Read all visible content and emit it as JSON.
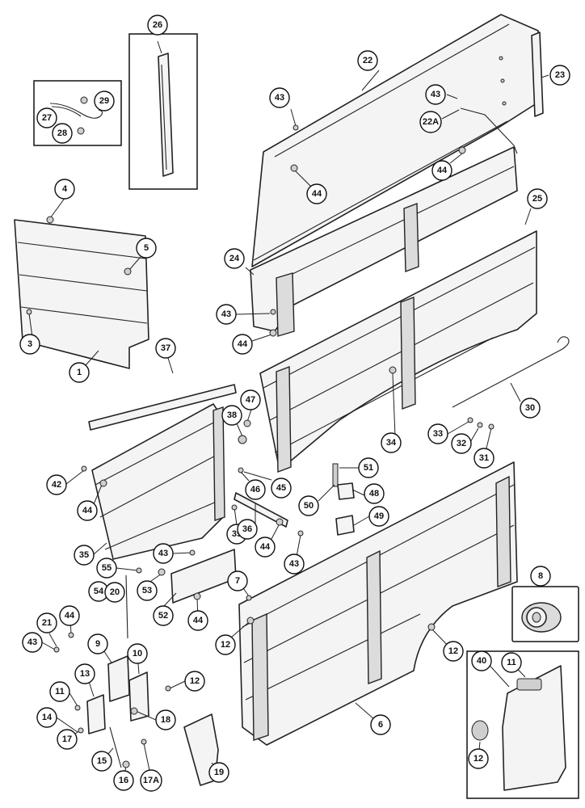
{
  "callouts": [
    {
      "id": "c26",
      "label": "26"
    },
    {
      "id": "c22",
      "label": "22"
    },
    {
      "id": "c23",
      "label": "23"
    },
    {
      "id": "c29",
      "label": "29"
    },
    {
      "id": "c27",
      "label": "27"
    },
    {
      "id": "c28",
      "label": "28"
    },
    {
      "id": "c43a",
      "label": "43"
    },
    {
      "id": "c43b",
      "label": "43"
    },
    {
      "id": "c22a",
      "label": "22A"
    },
    {
      "id": "c44a",
      "label": "44"
    },
    {
      "id": "c44b",
      "label": "44"
    },
    {
      "id": "c4",
      "label": "4"
    },
    {
      "id": "c25",
      "label": "25"
    },
    {
      "id": "c5",
      "label": "5"
    },
    {
      "id": "c24",
      "label": "24"
    },
    {
      "id": "c43c",
      "label": "43"
    },
    {
      "id": "c3",
      "label": "3"
    },
    {
      "id": "c44c",
      "label": "44"
    },
    {
      "id": "c37",
      "label": "37"
    },
    {
      "id": "c1",
      "label": "1"
    },
    {
      "id": "c47",
      "label": "47"
    },
    {
      "id": "c30",
      "label": "30"
    },
    {
      "id": "c38",
      "label": "38"
    },
    {
      "id": "c34",
      "label": "34"
    },
    {
      "id": "c33",
      "label": "33"
    },
    {
      "id": "c32",
      "label": "32"
    },
    {
      "id": "c31",
      "label": "31"
    },
    {
      "id": "c42",
      "label": "42"
    },
    {
      "id": "c51",
      "label": "51"
    },
    {
      "id": "c45",
      "label": "45"
    },
    {
      "id": "c46",
      "label": "46"
    },
    {
      "id": "c48",
      "label": "48"
    },
    {
      "id": "c44d",
      "label": "44"
    },
    {
      "id": "c50",
      "label": "50"
    },
    {
      "id": "c39",
      "label": "39"
    },
    {
      "id": "c36",
      "label": "36"
    },
    {
      "id": "c49",
      "label": "49"
    },
    {
      "id": "c44e",
      "label": "44"
    },
    {
      "id": "c35",
      "label": "35"
    },
    {
      "id": "c43d",
      "label": "43"
    },
    {
      "id": "c43e",
      "label": "43"
    },
    {
      "id": "c55",
      "label": "55"
    },
    {
      "id": "c53",
      "label": "53"
    },
    {
      "id": "c54",
      "label": "54"
    },
    {
      "id": "c20",
      "label": "20"
    },
    {
      "id": "c52",
      "label": "52"
    },
    {
      "id": "c8",
      "label": "8"
    },
    {
      "id": "c7",
      "label": "7"
    },
    {
      "id": "c44f",
      "label": "44"
    },
    {
      "id": "c21",
      "label": "21"
    },
    {
      "id": "c44g",
      "label": "44"
    },
    {
      "id": "c43f",
      "label": "43"
    },
    {
      "id": "c12a",
      "label": "12"
    },
    {
      "id": "c12b",
      "label": "12"
    },
    {
      "id": "c9",
      "label": "9"
    },
    {
      "id": "c10",
      "label": "10"
    },
    {
      "id": "c40",
      "label": "40"
    },
    {
      "id": "c11a",
      "label": "11"
    },
    {
      "id": "c12c",
      "label": "12"
    },
    {
      "id": "c13",
      "label": "13"
    },
    {
      "id": "c11b",
      "label": "11"
    },
    {
      "id": "c18",
      "label": "18"
    },
    {
      "id": "c6",
      "label": "6"
    },
    {
      "id": "c14",
      "label": "14"
    },
    {
      "id": "c17",
      "label": "17"
    },
    {
      "id": "c15",
      "label": "15"
    },
    {
      "id": "c16",
      "label": "16"
    },
    {
      "id": "c17a",
      "label": "17A"
    },
    {
      "id": "c19",
      "label": "19"
    },
    {
      "id": "c12d",
      "label": "12"
    }
  ]
}
